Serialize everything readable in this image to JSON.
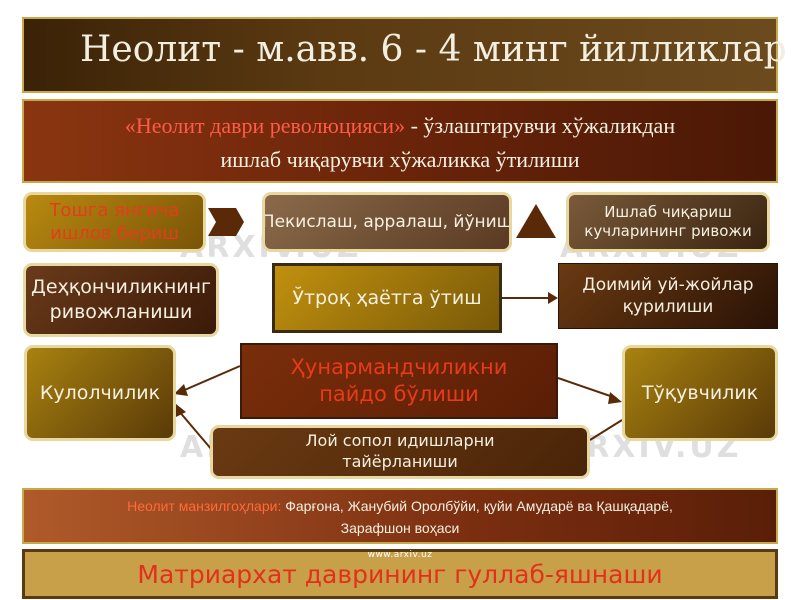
{
  "title": "Неолит  - м.авв. 6 - 4 минг йилликлар",
  "subtitle": {
    "quote_open": "«",
    "highlight": "Неолит даври революцияси»",
    "rest_line1": " - ўзлаштирувчи хўжаликдан",
    "line2": "ишлаб чиқарувчи хўжаликка ўтилиши"
  },
  "boxes": {
    "stone": [
      "Тошга янгича",
      "ишлов бериш"
    ],
    "drilling": "Пекислаш, арралаш, йўниш",
    "production": [
      "Ишлаб чиқариш",
      "кучларининг ривожи"
    ],
    "farming": [
      "Деҳқончиликнинг",
      "ривожланиши"
    ],
    "settled": "Ўтроқ ҳаётга ўтиш",
    "housing": [
      "Доимий уй-жойлар",
      "қурилиши"
    ],
    "pottery": "Кулолчилик",
    "crafts": [
      "Ҳунармандчиликни",
      "пайдо бўлиши"
    ],
    "weaving": "Тўқувчилик",
    "clay": [
      "Лой сопол идишларни",
      "тайёрланиши"
    ]
  },
  "sites": {
    "label": "Неолит манзилгоҳлари:",
    "text1": " Фарғона, Жанубий Оролбўйи, қуйи Амударё ва Қашқадарё,",
    "text2": "Зарафшон воҳаси"
  },
  "footer": "Матриархат даврининг гуллаб-яшнаши",
  "site_url": "www.arxiv.uz",
  "watermark": "ARXIV.UZ",
  "colors": {
    "highlight_red": "#e43c1c",
    "gold_border": "#c9a84a",
    "brown_dark": "#3b2207"
  }
}
